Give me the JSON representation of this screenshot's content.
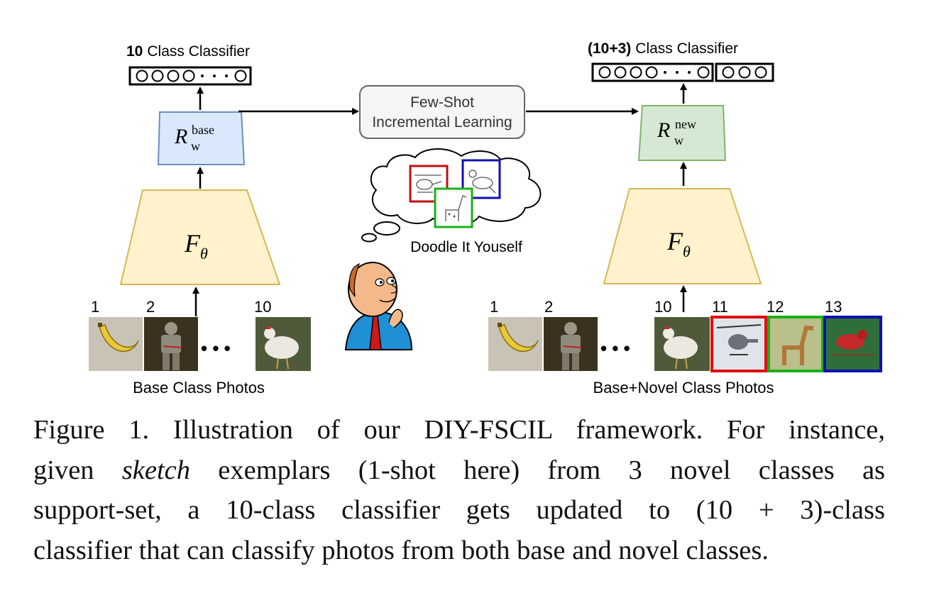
{
  "left": {
    "classifier_count": "10",
    "classifier_label": "Class Classifier",
    "head_symbol": "R",
    "head_sub": "w",
    "head_sup": "base",
    "backbone_symbol": "F",
    "backbone_sub": "θ",
    "idx": [
      "1",
      "2",
      "10"
    ],
    "ellipsis": "• • •",
    "caption": "Base Class Photos"
  },
  "middle": {
    "process_line1": "Few-Shot",
    "process_line2": "Incremental Learning",
    "thought_caption": "Doodle It Youself"
  },
  "right": {
    "classifier_count": "(10+3)",
    "classifier_label": "Class Classifier",
    "head_symbol": "R",
    "head_sub": "w",
    "head_sup": "new",
    "backbone_symbol": "F",
    "backbone_sub": "θ",
    "idx": [
      "1",
      "2",
      "10",
      "11",
      "12",
      "13"
    ],
    "ellipsis": "• • •",
    "caption": "Base+Novel Class Photos"
  },
  "colors": {
    "head_base_fill": "#dae8fc",
    "head_base_stroke": "#6c8ebf",
    "head_new_fill": "#d5e8d4",
    "head_new_stroke": "#82b366",
    "backbone_fill": "#fff2cc",
    "backbone_stroke": "#d6b656",
    "process_fill": "#f5f5f5",
    "process_stroke": "#666666",
    "novel_red": "#e01010",
    "novel_green": "#19b019",
    "novel_blue": "#1010b0"
  },
  "caption": {
    "line1": "Figure 1. Illustration of our DIY-FSCIL framework. For instance,",
    "line2_pre": "given",
    "line2_em": "sketch",
    "line2_post": "exemplars (1-shot here) from 3 novel classes as",
    "line3": "support-set, a 10-class classifier gets updated to (10 + 3)-class",
    "line4": "classifier that can classify photos from both base and novel classes."
  }
}
